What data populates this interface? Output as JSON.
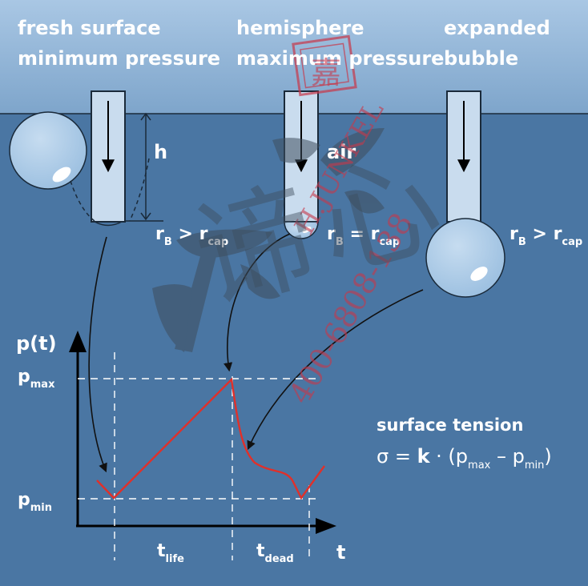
{
  "labels": {
    "fresh_line1": "fresh surface",
    "fresh_line2": "minimum pressure",
    "hemi_line1": "hemisphere",
    "hemi_line2": "maximum pressure",
    "exp_line1": "expanded",
    "exp_line2": "bubble",
    "h": "h",
    "air": "air"
  },
  "radius_relations": {
    "r": "r",
    "sub_bubble": "B",
    "sub_cap": "cap",
    "rel_greater": ">",
    "rel_equal": "="
  },
  "axes": {
    "y_label": "p(t)",
    "x_label": "t",
    "p_letter": "p",
    "p_max_sub": "max",
    "p_min_sub": "min",
    "t_letter": "t",
    "t_life_sub": "life",
    "t_dead_sub": "dead"
  },
  "formula": {
    "title": "surface tension",
    "lhs": "σ = ",
    "k": "k",
    "dot": " · (p",
    "minus": " – p",
    "close": ")"
  },
  "watermark": {
    "stamp_text": "嘉",
    "brand": "H.JUNKEL",
    "phone": "400-6808-138",
    "big_chars": "谛 心"
  },
  "colors": {
    "sky_top": "#8fb2d6",
    "water": "#4a76a3",
    "curve": "#e0302a",
    "watermark_red": "#c8384a",
    "watermark_gray": "#4c5a68"
  }
}
